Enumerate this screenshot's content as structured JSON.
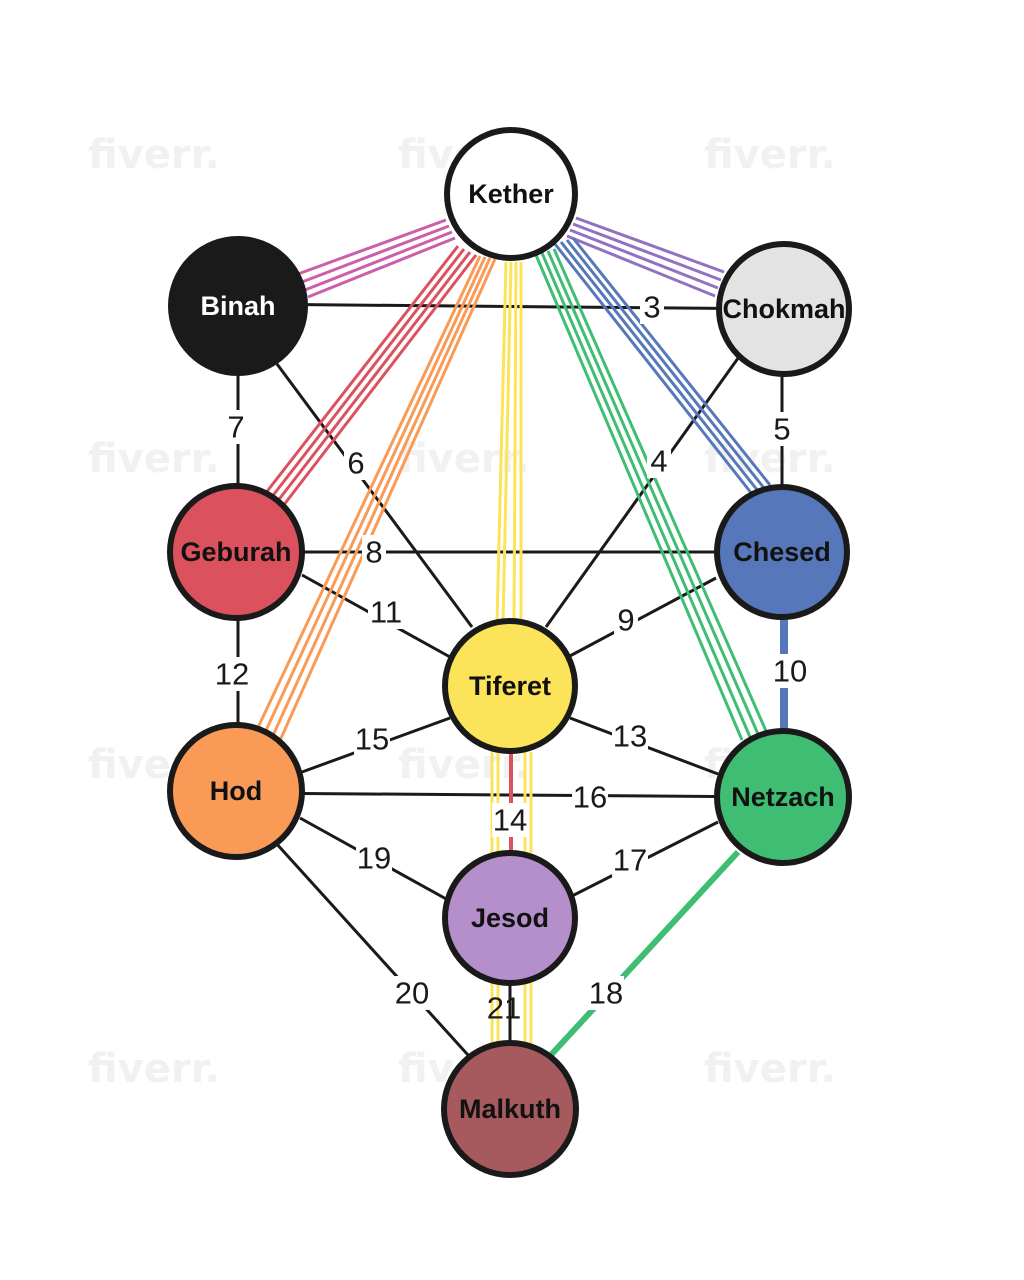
{
  "watermark": "fiverr.",
  "nodes": {
    "kether": {
      "label": "Kether",
      "fill": "#ffffff",
      "text_color": "#111111"
    },
    "binah": {
      "label": "Binah",
      "fill": "#1a1a1a",
      "text_color": "#ffffff"
    },
    "chokmah": {
      "label": "Chokmah",
      "fill": "#e3e3e3",
      "text_color": "#111111"
    },
    "geburah": {
      "label": "Geburah",
      "fill": "#dc515e",
      "text_color": "#111111"
    },
    "chesed": {
      "label": "Chesed",
      "fill": "#5677ba",
      "text_color": "#111111"
    },
    "tiferet": {
      "label": "Tiferet",
      "fill": "#fbe35a",
      "text_color": "#111111"
    },
    "hod": {
      "label": "Hod",
      "fill": "#f99b57",
      "text_color": "#111111"
    },
    "netzach": {
      "label": "Netzach",
      "fill": "#3fbe73",
      "text_color": "#111111"
    },
    "jesod": {
      "label": "Jesod",
      "fill": "#b58ecc",
      "text_color": "#111111"
    },
    "malkuth": {
      "label": "Malkuth",
      "fill": "#a65a5e",
      "text_color": "#111111"
    }
  },
  "colors": {
    "outline": "#1a1a1a",
    "binah_band": "#cc5fa9",
    "chokmah_band": "#9171c0",
    "geburah_band": "#dc515e",
    "hod_band": "#f99b57",
    "tiferet_band": "#fbe35a",
    "netzach_band": "#3fbe73",
    "chesed_band": "#5677ba"
  },
  "paths": {
    "p3": "3",
    "p4": "4",
    "p5": "5",
    "p6": "6",
    "p7": "7",
    "p8": "8",
    "p9": "9",
    "p10": "10",
    "p11": "11",
    "p12": "12",
    "p13": "13",
    "p14": "14",
    "p15": "15",
    "p16": "16",
    "p17": "17",
    "p18": "18",
    "p19": "19",
    "p20": "20",
    "p21": "21"
  }
}
